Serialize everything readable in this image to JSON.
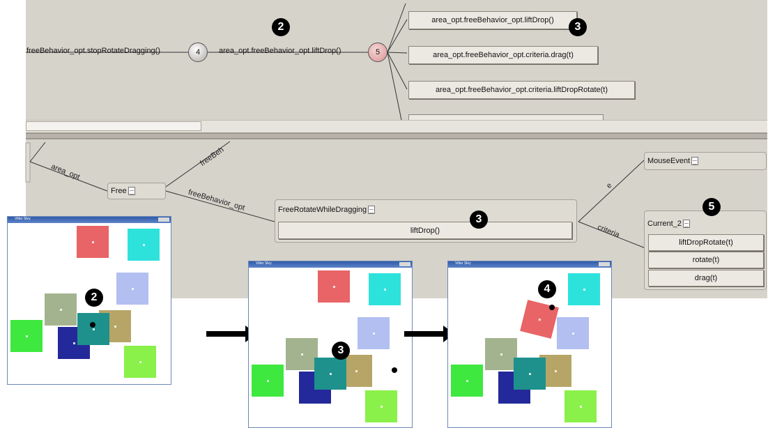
{
  "top_graph": {
    "edge_left_label": "freeBehavior_opt.stopRotateDragging()",
    "node_4": "4",
    "edge_mid_label": "area_opt.freeBehavior_opt.liftDrop()",
    "node_5": "5",
    "options": [
      "area_opt.freeBehavior_opt.liftDrop()",
      "area_opt.freeBehavior_opt.criteria.drag(t)",
      "area_opt.freeBehavior_opt.criteria.liftDropRotate(t)"
    ]
  },
  "bottom_graph": {
    "edge_area_opt": "area_opt",
    "edge_free_behavior_top": "freeBeh",
    "edge_free_behavior": "freeBehavior_opt",
    "edge_e": "e",
    "edge_criteria": "criteria",
    "free_node": "Free",
    "free_rotate_node": "FreeRotateWhileDragging",
    "lift_drop_button": "liftDrop()",
    "mouse_event_node": "MouseEvent",
    "current_node": "Current_2",
    "current_buttons": [
      "liftDropRotate(t)",
      "rotate(t)",
      "drag(t)"
    ]
  },
  "markers": {
    "top_2": "2",
    "top_3": "3",
    "mid_3": "3",
    "mid_5": "5",
    "win1_2": "2",
    "win2_3": "3",
    "win3_4": "4"
  },
  "windows": {
    "title": "Vitter Sley"
  },
  "icons": {
    "doc": "document-icon",
    "arrow": "right-arrow-icon"
  },
  "colors": {
    "panel": "#d6d3cb",
    "red": "#e86466",
    "cyan": "#2ee2dc",
    "lavender": "#b3bff0",
    "olive_green": "#a3b38f",
    "tan": "#b6a567",
    "teal": "#1e918c",
    "navy": "#23299a",
    "green": "#3ee83f",
    "lime": "#8af04a"
  }
}
